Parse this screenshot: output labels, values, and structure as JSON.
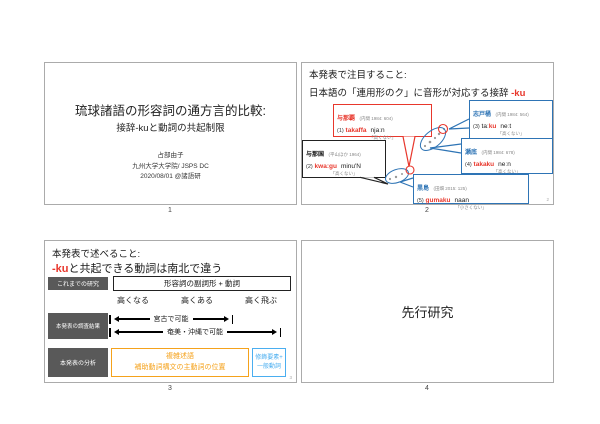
{
  "colors": {
    "accent_red": "#e8372c",
    "box_blue": "#2e74b5",
    "box_black": "#222222",
    "box_orange": "#f5a21b",
    "box_lightblue": "#4aaef0",
    "label_gray": "#595959"
  },
  "handout": {
    "page_numbers": [
      "1",
      "2",
      "3",
      "4"
    ]
  },
  "slide1": {
    "title": "琉球諸語の形容詞の通方言的比較:",
    "subtitle": "接辞-kuと動詞の共起制限",
    "author": "占部由子",
    "affiliation": "九州大学大学院/ JSPS DC",
    "date_venue": "2020/08/01 @諸語研"
  },
  "slide2": {
    "heading1": "本発表で注目すること:",
    "heading2_text": "日本語の「連用形のク」に音形が対応する接辞 ",
    "heading2_accent": "-ku",
    "examples": [
      {
        "name": "与那覇",
        "cite": "(内間 1984: 604)",
        "no": "(1)",
        "pre": "",
        "form": "takaffa",
        "rest": "njaːn",
        "gloss": "「高くない」"
      },
      {
        "name": "与那国",
        "cite": "(平山ほか 1964)",
        "no": "(2)",
        "pre": "",
        "form": "kwaːgu",
        "rest": "minu'N",
        "gloss": "「高くない」"
      },
      {
        "name": "志戸桶",
        "cite": "(内間 1984: 564)",
        "no": "(3)",
        "pre": "taː",
        "form": "ku",
        "rest": "neːt",
        "gloss": "「高くない」"
      },
      {
        "name": "瀬底",
        "cite": "(内間 1984: 678)",
        "no": "(4)",
        "pre": "",
        "form": "takaku",
        "rest": "neːn",
        "gloss": "「高くない」"
      },
      {
        "name": "黒島",
        "cite": "(田畑 2015: 125)",
        "no": "(5)",
        "pre": "",
        "form": "gumaku",
        "rest": "naan",
        "gloss": "「小さくない」"
      }
    ],
    "in_slide_number": "2"
  },
  "slide3": {
    "heading1": "本発表で述べること:",
    "heading2_accent": "-ku",
    "heading2_text": "と共起できる動詞は南北で違う",
    "prev_label": "これまでの研究",
    "prev_box": "形容詞の副詞形 + 動詞",
    "columns": [
      "高くなる",
      "高くある",
      "高く飛ぶ"
    ],
    "result_label": "本発表の調査結果",
    "arrow1": "宮古で可能",
    "arrow2": "奄美・沖縄で可能",
    "analysis_label": "本発表の分析",
    "orange_line1": "複雑述語",
    "orange_line2": "補助動詞構文の主動詞の位置",
    "blue_line1": "修飾要素+",
    "blue_line2": "一般動詞",
    "in_slide_number": "3"
  },
  "slide4": {
    "title": "先行研究"
  }
}
